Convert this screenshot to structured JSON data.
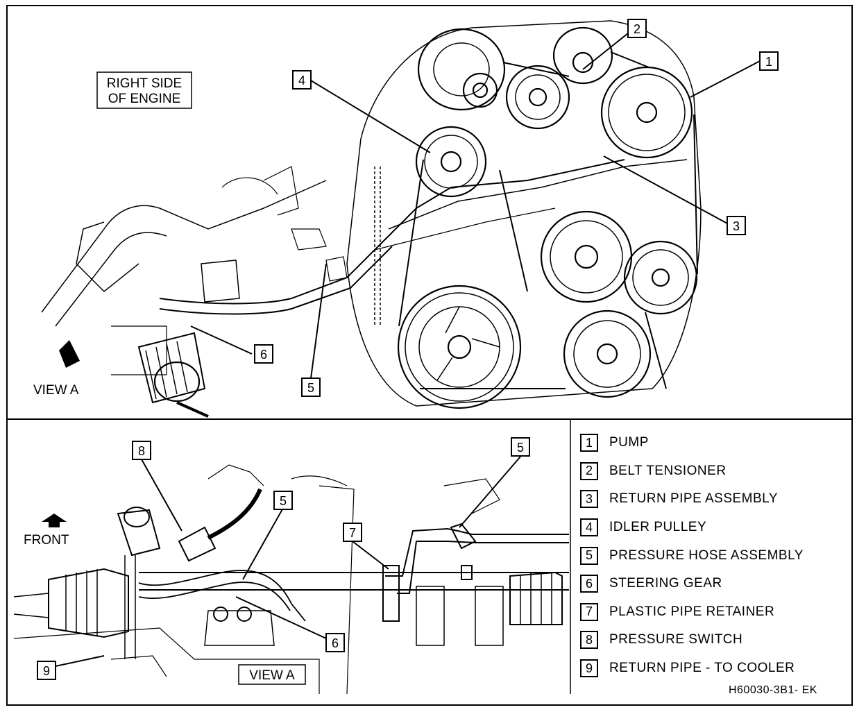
{
  "top_view": {
    "side_label_line1": "RIGHT SIDE",
    "side_label_line2": "OF ENGINE",
    "view_label": "VIEW A",
    "callouts": [
      "1",
      "2",
      "3",
      "4",
      "5",
      "6"
    ]
  },
  "bottom_view": {
    "front_label": "FRONT",
    "view_label": "VIEW A",
    "callouts": [
      "8",
      "5",
      "5",
      "7",
      "6",
      "9"
    ]
  },
  "legend": [
    {
      "num": "1",
      "text": "PUMP"
    },
    {
      "num": "2",
      "text": "BELT TENSIONER"
    },
    {
      "num": "3",
      "text": "RETURN PIPE ASSEMBLY"
    },
    {
      "num": "4",
      "text": "IDLER PULLEY"
    },
    {
      "num": "5",
      "text": "PRESSURE HOSE ASSEMBLY"
    },
    {
      "num": "6",
      "text": "STEERING GEAR"
    },
    {
      "num": "7",
      "text": "PLASTIC PIPE RETAINER"
    },
    {
      "num": "8",
      "text": "PRESSURE SWITCH"
    },
    {
      "num": "9",
      "text": "RETURN PIPE - TO COOLER"
    }
  ],
  "figure_code": "H60030-3B1- EK"
}
